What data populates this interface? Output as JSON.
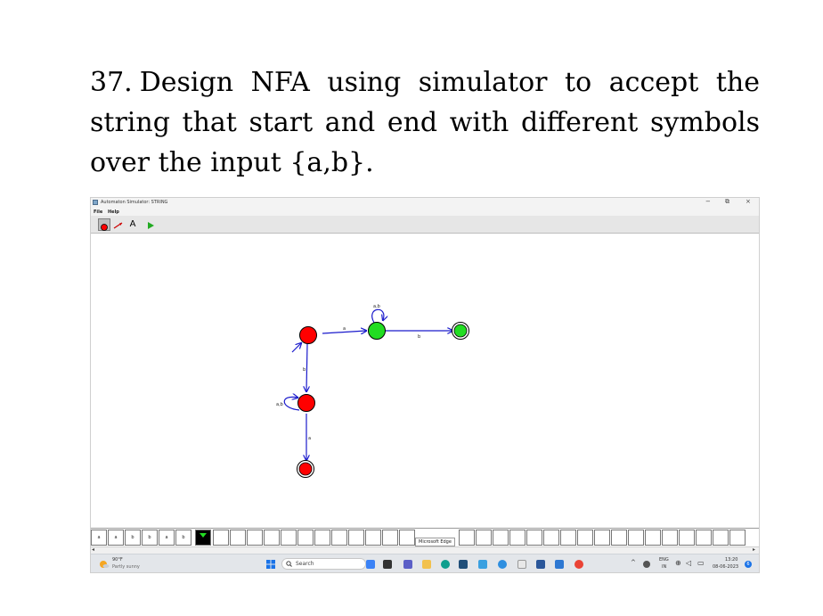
{
  "question": {
    "number": "37.",
    "text": "Design NFA using simulator to accept the string that start and end with different symbols over the input {a,b}."
  },
  "window": {
    "title": "Automaton Simulator: STRING",
    "controls": {
      "minimize": "−",
      "restore": "⧉",
      "close": "×"
    },
    "menu": [
      "File",
      "Help"
    ],
    "toolbar": {
      "tools": [
        {
          "name": "state-tool",
          "active": true
        },
        {
          "name": "transition-tool",
          "active": false
        },
        {
          "name": "label-tool",
          "label": "A",
          "active": false
        },
        {
          "name": "run-tool",
          "active": false
        }
      ]
    }
  },
  "automaton": {
    "colors": {
      "start_branch": "#ff0000",
      "other_branch": "#22dd22",
      "edge": "#1a1acc"
    },
    "edge_labels": {
      "q0_to_q1": "a",
      "q1_loop": "a,b",
      "q1_to_q2": "b",
      "q0_to_q3": "b",
      "q3_loop": "a,b",
      "q3_to_q4": "a"
    }
  },
  "tape": {
    "cells": [
      "a",
      "a",
      "b",
      "b",
      "a",
      "b"
    ],
    "tooltip": "Microsoft Edge"
  },
  "taskbar": {
    "weather": {
      "temp": "90°F",
      "condition": "Partly sunny"
    },
    "search_placeholder": "Search",
    "language": "ENG",
    "region": "IN",
    "time": "13:20",
    "date": "08-06-2023",
    "notifications": "6"
  }
}
